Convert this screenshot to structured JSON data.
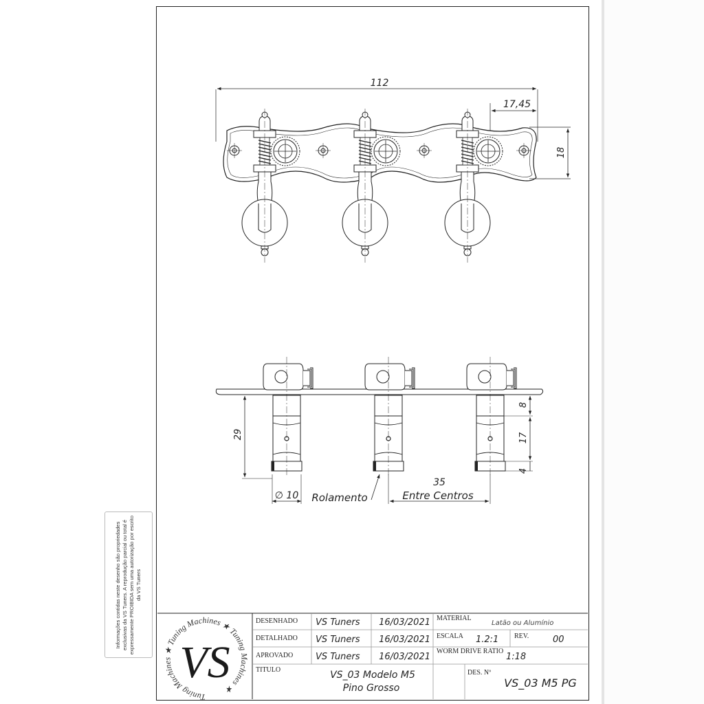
{
  "drawing": {
    "top_view": {
      "dim_overall_width": "112",
      "dim_post_offset": "17,45",
      "dim_plate_height": "18"
    },
    "side_view": {
      "dim_post_height": "29",
      "dim_upper": "8",
      "dim_middle": "17",
      "dim_lower": "4",
      "dim_diameter": "∅ 10",
      "label_roller": "Rolamento",
      "dim_spacing": "35",
      "label_spacing": "Entre Centros"
    }
  },
  "notice": {
    "text": "Informações contidas neste desenho são propriedades exclusivas da VS Tuners. A reprodução parcial ou total é expressamente PROIBIDA sem uma autorização por escrito da VS Tuners"
  },
  "logo": {
    "monogram": "VS",
    "ring_text": "Tuning Machines ★ Tuning Machines ★ Tuning Machines ★"
  },
  "title_block": {
    "rows": [
      {
        "label": "DESENHADO",
        "name": "VS Tuners",
        "date": "16/03/2021"
      },
      {
        "label": "DETALHADO",
        "name": "VS Tuners",
        "date": "16/03/2021"
      },
      {
        "label": "APROVADO",
        "name": "VS Tuners",
        "date": "16/03/2021"
      }
    ],
    "material_label": "MATERIAL",
    "material_value": "Latão ou Alumínio",
    "scale_label": "ESCALA",
    "scale_value": "1.2:1",
    "rev_label": "REV.",
    "rev_value": "00",
    "ratio_label": "WORM DRIVE RATIO",
    "ratio_value": "1:18",
    "title_label": "TITULO",
    "title_line1": "VS_03 Modelo M5",
    "title_line2": "Pino Grosso",
    "des_label": "DES. Nº",
    "des_value": "VS_03 M5 PG"
  }
}
